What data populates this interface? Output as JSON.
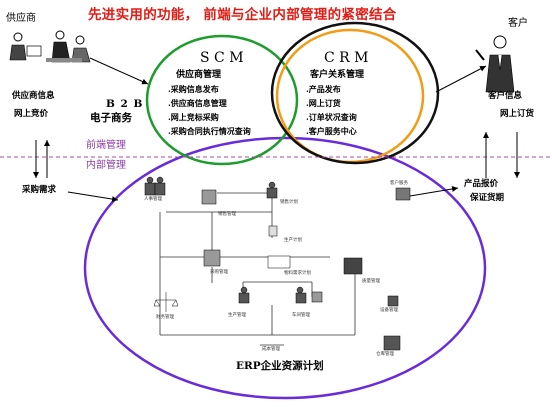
{
  "title": "先进实用的功能， 前端与企业内部管理的紧密结合",
  "supplier": {
    "label": "供应商",
    "info": "供应商信息",
    "bid": "网上竞价",
    "demand": "采购需求"
  },
  "customer": {
    "label": "客户",
    "info": "客户信息",
    "order": "网上订货",
    "quote": "产品报价",
    "delivery": "保证货期"
  },
  "b2b": {
    "line1": "B 2 B",
    "line2": "电子商务"
  },
  "scm": {
    "title": "S C M",
    "subtitle": "供应商管理",
    "items": [
      ".采购信息发布",
      ".供应商信息管理",
      ".网上竞标采购",
      ".采购合同执行情况查询"
    ]
  },
  "crm": {
    "title": "C R M",
    "subtitle": "客户关系管理",
    "items": [
      ".产品发布",
      ".网上订货",
      ".订单状况查询",
      ".客户服务中心"
    ]
  },
  "divider": {
    "front": "前端管理",
    "internal": "内部管理"
  },
  "erp": {
    "title": "ERP企业资源计划",
    "nodes": [
      "人事管理",
      "销售管理",
      "销售计划",
      "生产计划",
      "采购管理",
      "物料需求计划",
      "质量管理",
      "财务管理",
      "生产管理",
      "车间管理",
      "设备管理",
      "仓库管理",
      "成本管理",
      "客户服务"
    ]
  },
  "colors": {
    "title": "#e31b14",
    "scm_ellipse": "#1e9c2e",
    "crm_ellipse": "#f29b16",
    "erp_ellipse": "#6a2bd9",
    "divider": "#b04aa0",
    "purple_text": "#8e3fa8"
  }
}
